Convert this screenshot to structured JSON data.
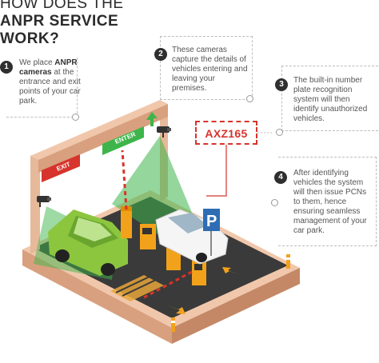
{
  "title": {
    "line1": "HOW DOES THE",
    "line2": "ANPR SERVICE",
    "line3": "WORK?"
  },
  "steps": [
    {
      "number": "1",
      "text_pre": "We place ",
      "text_bold": "ANPR cameras",
      "text_post": " at the entrance and exit points of your car park."
    },
    {
      "number": "2",
      "text": "These cameras capture the details of vehicles entering and leaving your premises."
    },
    {
      "number": "3",
      "text": "The built-in number plate recognition system will then identify unauthorized vehicles."
    },
    {
      "number": "4",
      "text": "After identifying vehicles the system will then issue PCNs to them, hence ensuring seamless management of your car park."
    }
  ],
  "plate": {
    "text": "AXZ165"
  },
  "gate_labels": {
    "exit": "EXIT",
    "enter": "ENTER"
  },
  "parking_sign": "P",
  "colors": {
    "accent_red": "#d6342c",
    "camera_beam": "#3db54a",
    "frame": "#f1c7ab",
    "asphalt": "#3a3a3a",
    "barrier_orange": "#f2a21a",
    "car_green": "#8cc63f",
    "parking_blue": "#2e6db4"
  },
  "icons": [
    "camera-icon",
    "arrow-up-icon",
    "arrow-icon",
    "parking-icon"
  ]
}
